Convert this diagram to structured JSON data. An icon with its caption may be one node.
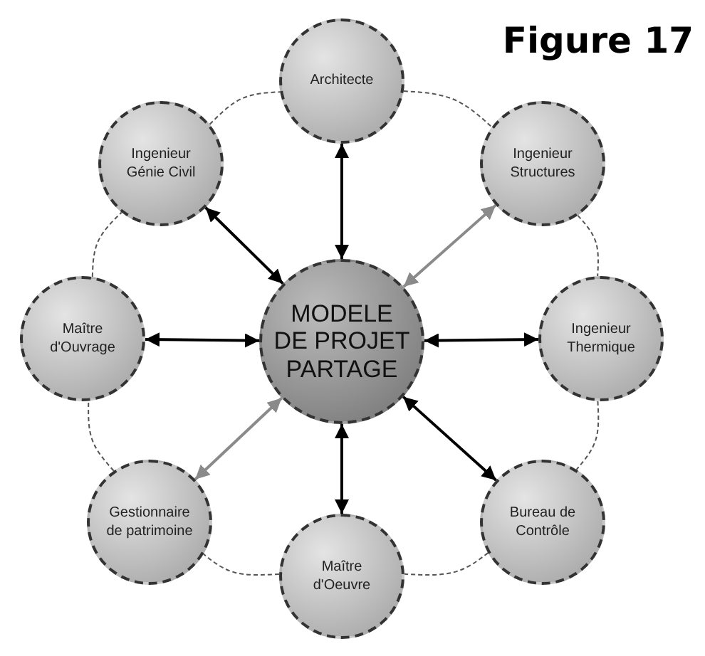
{
  "diagram": {
    "title": "Figure 17",
    "nodes": [
      {
        "text": [
          "Architecte"
        ]
      },
      {
        "text": [
          "Ingenieur Génie Civil"
        ]
      },
      {
        "text": [
          "Ingenieur Structures"
        ]
      },
      {
        "text": [
          "Maître d'Ouvrage"
        ]
      },
      {
        "text": [
          "MODELE DE PROJET PARTAGE"
        ]
      },
      {
        "text": [
          "Ingenieur Thermique"
        ]
      },
      {
        "text": [
          "Gestionnaire de patrimoine"
        ]
      },
      {
        "text": [
          "Bureau de Contrôle"
        ]
      },
      {
        "text": [
          "Maître d'Oeuvre"
        ]
      }
    ],
    "edges": [
      {
        "from": 4,
        "to": 0,
        "arrow": "both"
      },
      {
        "from": 4,
        "to": 1,
        "arrow": "both"
      },
      {
        "from": 4,
        "to": 2,
        "arrow": "both",
        "color": "#8a8a8a"
      },
      {
        "from": 4,
        "to": 3,
        "arrow": "both"
      },
      {
        "from": 4,
        "to": 5,
        "arrow": "both"
      },
      {
        "from": 4,
        "to": 6,
        "arrow": "both",
        "color": "#8a8a8a"
      },
      {
        "from": 4,
        "to": 7,
        "arrow": "both"
      },
      {
        "from": 4,
        "to": 8,
        "arrow": "both"
      },
      {
        "from": 0,
        "to": 2,
        "arrow": "none",
        "style": "dashed"
      },
      {
        "from": 2,
        "to": 5,
        "arrow": "none",
        "style": "dashed"
      },
      {
        "from": 5,
        "to": 7,
        "arrow": "none",
        "style": "dashed"
      },
      {
        "from": 7,
        "to": 8,
        "arrow": "none",
        "style": "dashed"
      },
      {
        "from": 8,
        "to": 6,
        "arrow": "none",
        "style": "dashed"
      },
      {
        "from": 6,
        "to": 3,
        "arrow": "none",
        "style": "dashed"
      },
      {
        "from": 3,
        "to": 1,
        "arrow": "none",
        "style": "dashed"
      },
      {
        "from": 1,
        "to": 0,
        "arrow": "none",
        "style": "dashed"
      }
    ]
  }
}
